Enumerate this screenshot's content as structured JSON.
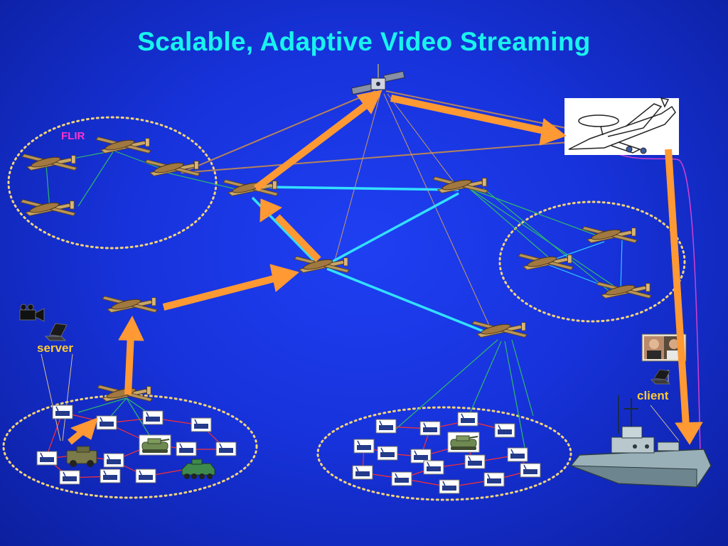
{
  "slide": {
    "title": "Scalable, Adaptive Video Streaming"
  },
  "labels": {
    "flir": "FLIR",
    "server": "server",
    "client": "client"
  },
  "colors": {
    "background": "#1733dc",
    "title": "#19f3ee",
    "stream_arrow": "#ff9933",
    "cyan_link": "#33e0ff",
    "brown_link": "#b5835a",
    "green_link": "#2fb86a",
    "red_link": "#ff3333",
    "cluster_outline": "#f2d37a",
    "flir_label": "#ff33cc",
    "node_label": "#ffcc33"
  },
  "icons": {
    "camera": "video-camera-icon",
    "laptop": "laptop-icon",
    "satellite": "satellite-icon",
    "aircraft": "awacs-aircraft-icon",
    "ship": "navy-ship-icon",
    "uav": "uav-drone-icon",
    "radio": "radio-node-icon",
    "tank": "tank-icon",
    "jeep": "jeep-icon",
    "apc": "armored-vehicle-icon",
    "client_video": "video-frame-icon"
  }
}
